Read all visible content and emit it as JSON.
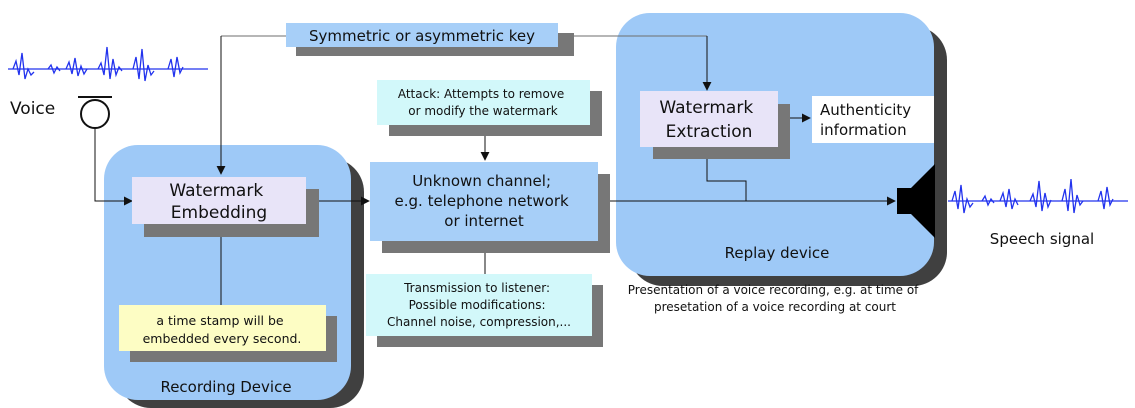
{
  "diagram": {
    "key_label": "Symmetric or asymmetric key",
    "voice_label": "Voice",
    "embedding_label": [
      "Watermark",
      "Embedding"
    ],
    "timestamp_note": [
      "a time stamp will be",
      "embedded every second."
    ],
    "recording_device_label": "Recording Device",
    "attack_note": [
      "Attack: Attempts to remove",
      "or modify the watermark"
    ],
    "channel_label": [
      "Unknown channel;",
      "e.g. telephone network",
      "or internet"
    ],
    "transmission_note": [
      "Transmission to listener:",
      "Possible modifications:",
      "Channel noise, compression,..."
    ],
    "extraction_label": [
      "Watermark",
      "Extraction"
    ],
    "authenticity_label": [
      "Authenticity",
      "information"
    ],
    "replay_device_label": "Replay device",
    "presentation_caption": [
      "Presentation of a voice recording, e.g. at time of",
      "presetation of a voice recording at court"
    ],
    "speech_label": "Speech signal"
  },
  "colors": {
    "device_fill": "#9ec9f7",
    "device_shadow": "#404040",
    "process_fill": "#e8e4f8",
    "channel_fill": "#a7cff8",
    "note_cyan": "#d2f8fa",
    "note_yellow": "#fdfdc4",
    "box_shadow": "#777777",
    "waveform": "#2233ee"
  }
}
